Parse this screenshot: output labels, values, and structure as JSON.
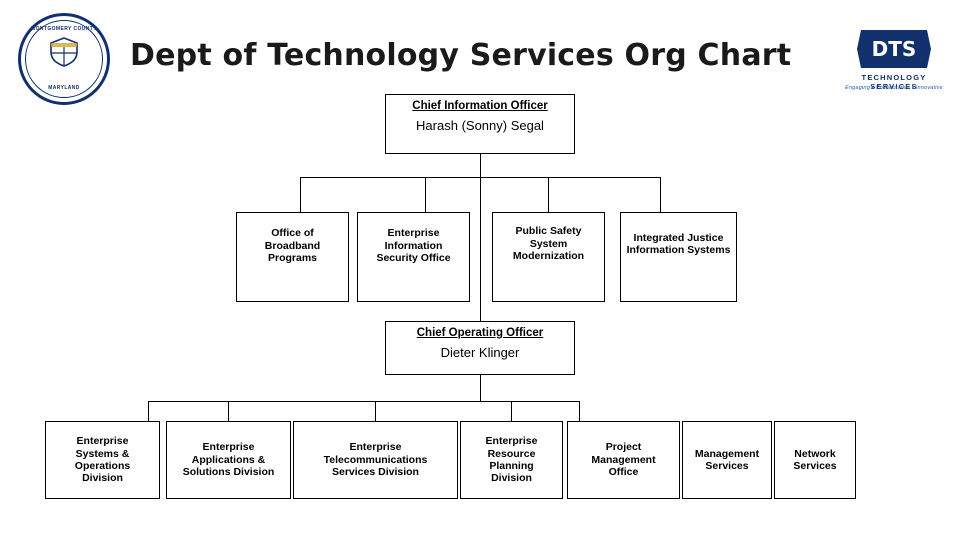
{
  "page": {
    "title": "Dept of Technology Services Org Chart"
  },
  "logos": {
    "county_seal": {
      "name": "montgomery-county-seal",
      "top_text": "MONTGOMERY COUNTY",
      "bottom_text": "MARYLAND"
    },
    "dts": {
      "mark_text": "DTS",
      "subtitle": "TECHNOLOGY SERVICES",
      "tagline": "Engaging • Collaborative • Innovative"
    }
  },
  "chart": {
    "cio": {
      "title": "Chief Information Officer",
      "name": "Harash (Sonny) Segal"
    },
    "cio_reports": [
      {
        "label": "Office of\nBroadband Programs"
      },
      {
        "label": "Enterprise Information\nSecurity Office"
      },
      {
        "label": "Public Safety\nSystem Modernization"
      },
      {
        "label": "Integrated Justice\nInformation Systems"
      }
    ],
    "coo": {
      "title": "Chief Operating Officer",
      "name": "Dieter Klinger"
    },
    "coo_reports": [
      {
        "label": "Enterprise\nSystems &\nOperations\nDivision"
      },
      {
        "label": "Enterprise\nApplications &\nSolutions Division"
      },
      {
        "label": "Enterprise\nTelecommunications\nServices Division"
      },
      {
        "label": "Enterprise\nResource\nPlanning\nDivision"
      },
      {
        "label": "Project\nManagement\nOffice"
      },
      {
        "label": "Management\nServices"
      },
      {
        "label": "Network\nServices"
      }
    ]
  }
}
